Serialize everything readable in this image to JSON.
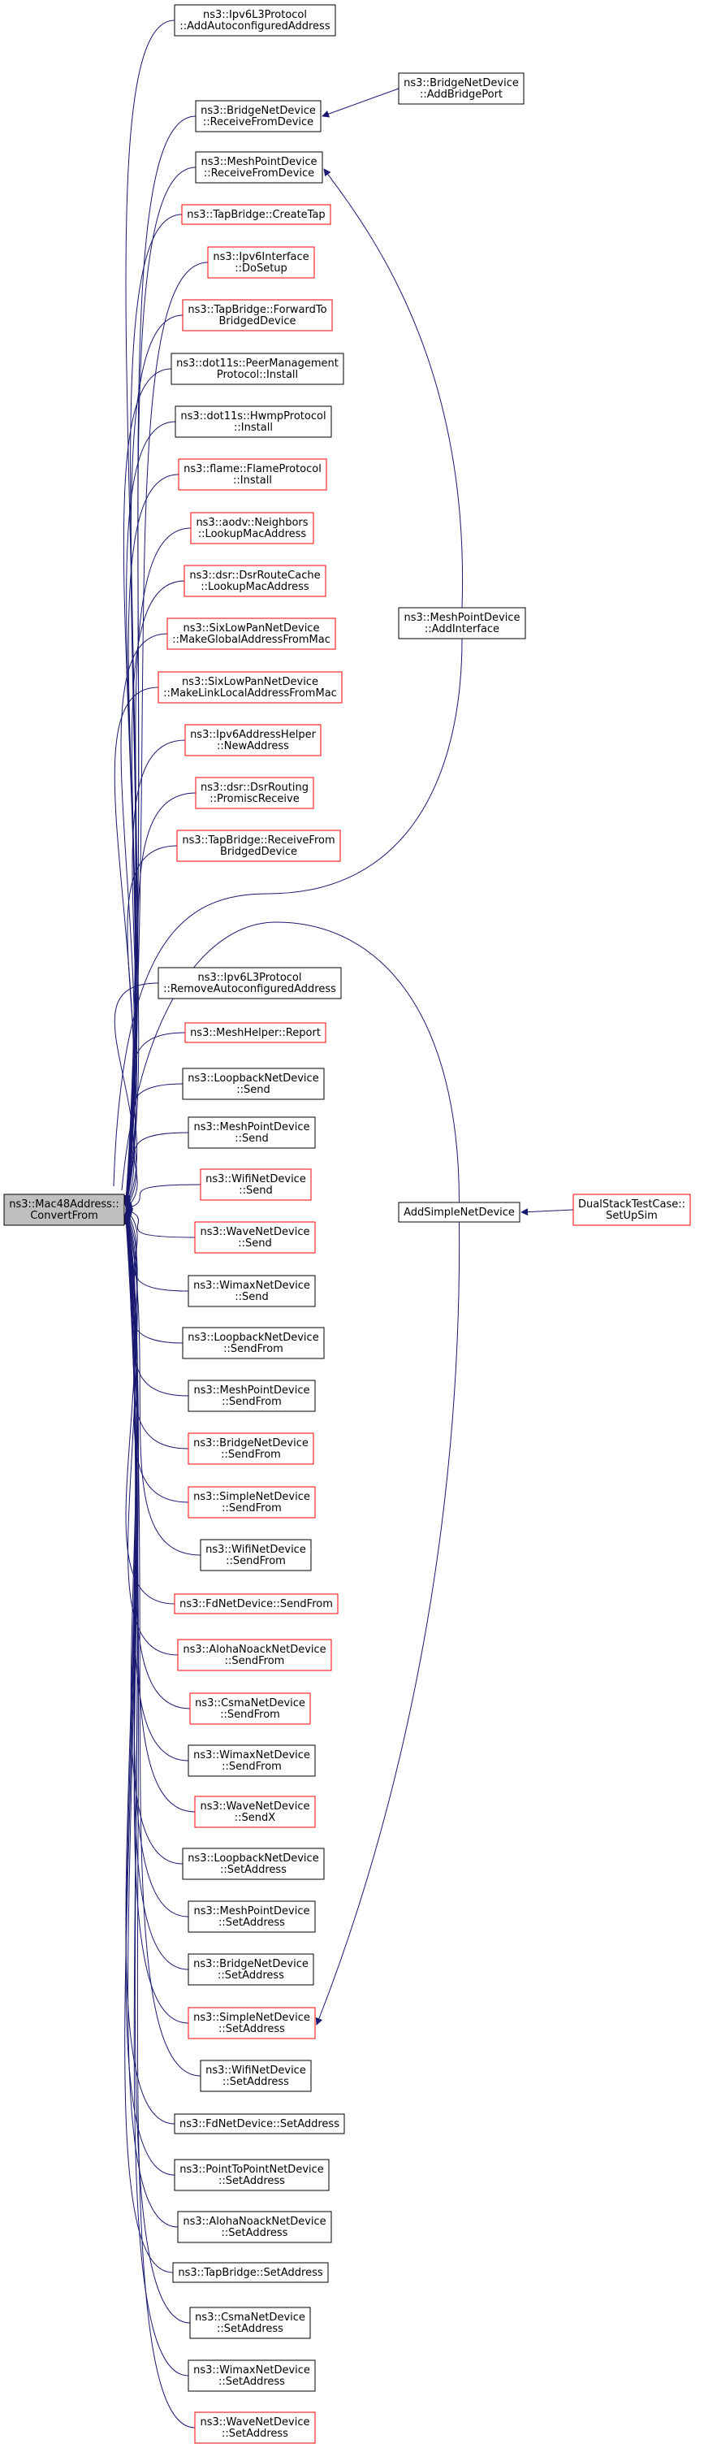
{
  "root": {
    "lines": [
      "ns3::Mac48Address::",
      "ConvertFrom"
    ]
  },
  "colors": {
    "normal_border": "#000000",
    "incomplete_border": "#ff0000",
    "root_fill": "#bfbfbf",
    "edge": "#191970"
  },
  "callers": [
    {
      "id": "n1",
      "lines": [
        "ns3::Ipv6L3Protocol",
        "::AddAutoconfiguredAddress"
      ],
      "border": "black"
    },
    {
      "id": "n2",
      "lines": [
        "ns3::BridgeNetDevice",
        "::ReceiveFromDevice"
      ],
      "border": "black"
    },
    {
      "id": "n3",
      "lines": [
        "ns3::MeshPointDevice",
        "::ReceiveFromDevice"
      ],
      "border": "black"
    },
    {
      "id": "n4",
      "lines": [
        "ns3::TapBridge::CreateTap"
      ],
      "border": "red"
    },
    {
      "id": "n5",
      "lines": [
        "ns3::Ipv6Interface",
        "::DoSetup"
      ],
      "border": "red"
    },
    {
      "id": "n6",
      "lines": [
        "ns3::TapBridge::ForwardTo",
        "BridgedDevice"
      ],
      "border": "red"
    },
    {
      "id": "n7",
      "lines": [
        "ns3::dot11s::PeerManagement",
        "Protocol::Install"
      ],
      "border": "black"
    },
    {
      "id": "n8",
      "lines": [
        "ns3::dot11s::HwmpProtocol",
        "::Install"
      ],
      "border": "black"
    },
    {
      "id": "n9",
      "lines": [
        "ns3::flame::FlameProtocol",
        "::Install"
      ],
      "border": "red"
    },
    {
      "id": "n10",
      "lines": [
        "ns3::aodv::Neighbors",
        "::LookupMacAddress"
      ],
      "border": "red"
    },
    {
      "id": "n11",
      "lines": [
        "ns3::dsr::DsrRouteCache",
        "::LookupMacAddress"
      ],
      "border": "red"
    },
    {
      "id": "n12",
      "lines": [
        "ns3::SixLowPanNetDevice",
        "::MakeGlobalAddressFromMac"
      ],
      "border": "red"
    },
    {
      "id": "n13",
      "lines": [
        "ns3::SixLowPanNetDevice",
        "::MakeLinkLocalAddressFromMac"
      ],
      "border": "red"
    },
    {
      "id": "n14",
      "lines": [
        "ns3::Ipv6AddressHelper",
        "::NewAddress"
      ],
      "border": "red"
    },
    {
      "id": "n15",
      "lines": [
        "ns3::dsr::DsrRouting",
        "::PromiscReceive"
      ],
      "border": "red"
    },
    {
      "id": "n16",
      "lines": [
        "ns3::TapBridge::ReceiveFrom",
        "BridgedDevice"
      ],
      "border": "red"
    },
    {
      "id": "n17",
      "lines": [
        "ns3::Ipv6L3Protocol",
        "::RemoveAutoconfiguredAddress"
      ],
      "border": "black"
    },
    {
      "id": "n18",
      "lines": [
        "ns3::MeshHelper::Report"
      ],
      "border": "red"
    },
    {
      "id": "n19",
      "lines": [
        "ns3::LoopbackNetDevice",
        "::Send"
      ],
      "border": "black"
    },
    {
      "id": "n20",
      "lines": [
        "ns3::MeshPointDevice",
        "::Send"
      ],
      "border": "black"
    },
    {
      "id": "n21",
      "lines": [
        "ns3::WifiNetDevice",
        "::Send"
      ],
      "border": "red"
    },
    {
      "id": "n22",
      "lines": [
        "ns3::WaveNetDevice",
        "::Send"
      ],
      "border": "red"
    },
    {
      "id": "n23",
      "lines": [
        "ns3::WimaxNetDevice",
        "::Send"
      ],
      "border": "black"
    },
    {
      "id": "n24",
      "lines": [
        "ns3::LoopbackNetDevice",
        "::SendFrom"
      ],
      "border": "black"
    },
    {
      "id": "n25",
      "lines": [
        "ns3::MeshPointDevice",
        "::SendFrom"
      ],
      "border": "black"
    },
    {
      "id": "n26",
      "lines": [
        "ns3::BridgeNetDevice",
        "::SendFrom"
      ],
      "border": "red"
    },
    {
      "id": "n27",
      "lines": [
        "ns3::SimpleNetDevice",
        "::SendFrom"
      ],
      "border": "red"
    },
    {
      "id": "n28",
      "lines": [
        "ns3::WifiNetDevice",
        "::SendFrom"
      ],
      "border": "black"
    },
    {
      "id": "n29",
      "lines": [
        "ns3::FdNetDevice::SendFrom"
      ],
      "border": "red"
    },
    {
      "id": "n30",
      "lines": [
        "ns3::AlohaNoackNetDevice",
        "::SendFrom"
      ],
      "border": "red"
    },
    {
      "id": "n31",
      "lines": [
        "ns3::CsmaNetDevice",
        "::SendFrom"
      ],
      "border": "red"
    },
    {
      "id": "n32",
      "lines": [
        "ns3::WimaxNetDevice",
        "::SendFrom"
      ],
      "border": "black"
    },
    {
      "id": "n33",
      "lines": [
        "ns3::WaveNetDevice",
        "::SendX"
      ],
      "border": "red"
    },
    {
      "id": "n34",
      "lines": [
        "ns3::LoopbackNetDevice",
        "::SetAddress"
      ],
      "border": "black"
    },
    {
      "id": "n35",
      "lines": [
        "ns3::MeshPointDevice",
        "::SetAddress"
      ],
      "border": "black"
    },
    {
      "id": "n36",
      "lines": [
        "ns3::BridgeNetDevice",
        "::SetAddress"
      ],
      "border": "black"
    },
    {
      "id": "n37",
      "lines": [
        "ns3::SimpleNetDevice",
        "::SetAddress"
      ],
      "border": "red"
    },
    {
      "id": "n38",
      "lines": [
        "ns3::WifiNetDevice",
        "::SetAddress"
      ],
      "border": "black"
    },
    {
      "id": "n39",
      "lines": [
        "ns3::FdNetDevice::SetAddress"
      ],
      "border": "black"
    },
    {
      "id": "n40",
      "lines": [
        "ns3::PointToPointNetDevice",
        "::SetAddress"
      ],
      "border": "black"
    },
    {
      "id": "n41",
      "lines": [
        "ns3::AlohaNoackNetDevice",
        "::SetAddress"
      ],
      "border": "black"
    },
    {
      "id": "n42",
      "lines": [
        "ns3::TapBridge::SetAddress"
      ],
      "border": "black"
    },
    {
      "id": "n43",
      "lines": [
        "ns3::CsmaNetDevice",
        "::SetAddress"
      ],
      "border": "black"
    },
    {
      "id": "n44",
      "lines": [
        "ns3::WimaxNetDevice",
        "::SetAddress"
      ],
      "border": "black"
    },
    {
      "id": "n45",
      "lines": [
        "ns3::WaveNetDevice",
        "::SetAddress"
      ],
      "border": "red"
    }
  ],
  "upstream": [
    {
      "id": "u1",
      "lines": [
        "ns3::BridgeNetDevice",
        "::AddBridgePort"
      ],
      "border": "black"
    },
    {
      "id": "u2",
      "lines": [
        "ns3::MeshPointDevice",
        "::AddInterface"
      ],
      "border": "black"
    },
    {
      "id": "u3",
      "lines": [
        "AddSimpleNetDevice"
      ],
      "border": "black"
    },
    {
      "id": "u4",
      "lines": [
        "DualStackTestCase::",
        "SetUpSim"
      ],
      "border": "red"
    }
  ],
  "edges": [
    {
      "from": "u1",
      "to": "n2"
    },
    {
      "from": "u2",
      "to": "n3"
    },
    {
      "from": "u3",
      "to": "n37"
    },
    {
      "from": "u4",
      "to": "u3"
    }
  ]
}
